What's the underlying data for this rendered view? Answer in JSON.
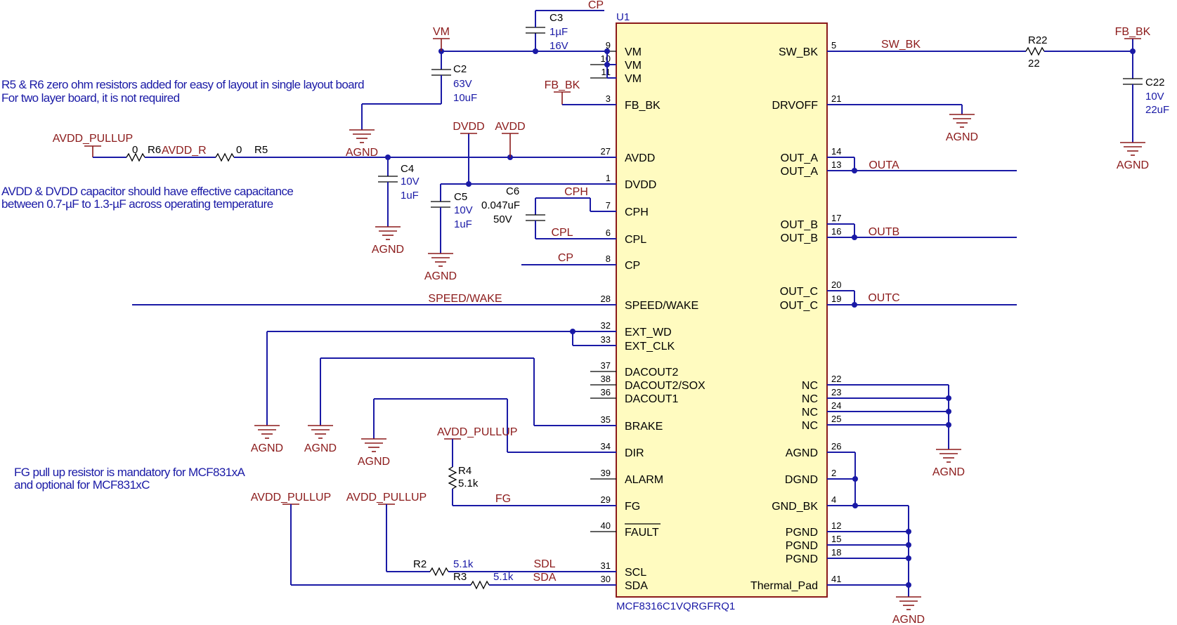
{
  "ic": {
    "refdes": "U1",
    "part": "MCF8316C1VQRGFRQ1",
    "left_pins": [
      {
        "num": "9",
        "name": "VM"
      },
      {
        "num": "10",
        "name": "VM"
      },
      {
        "num": "11",
        "name": "VM"
      },
      {
        "num": "3",
        "name": "FB_BK"
      },
      {
        "num": "27",
        "name": "AVDD"
      },
      {
        "num": "1",
        "name": "DVDD"
      },
      {
        "num": "7",
        "name": "CPH"
      },
      {
        "num": "6",
        "name": "CPL"
      },
      {
        "num": "8",
        "name": "CP"
      },
      {
        "num": "28",
        "name": "SPEED/WAKE"
      },
      {
        "num": "32",
        "name": "EXT_WD"
      },
      {
        "num": "33",
        "name": "EXT_CLK"
      },
      {
        "num": "37",
        "name": "DACOUT2"
      },
      {
        "num": "38",
        "name": "DACOUT2/SOX"
      },
      {
        "num": "36",
        "name": "DACOUT1"
      },
      {
        "num": "35",
        "name": "BRAKE"
      },
      {
        "num": "34",
        "name": "DIR"
      },
      {
        "num": "39",
        "name": "ALARM"
      },
      {
        "num": "29",
        "name": "FG"
      },
      {
        "num": "40",
        "name": "FAULT"
      },
      {
        "num": "31",
        "name": "SCL"
      },
      {
        "num": "30",
        "name": "SDA"
      }
    ],
    "right_pins": [
      {
        "num": "5",
        "name": "SW_BK"
      },
      {
        "num": "21",
        "name": "DRVOFF"
      },
      {
        "num": "14",
        "name": "OUT_A"
      },
      {
        "num": "13",
        "name": "OUT_A"
      },
      {
        "num": "17",
        "name": "OUT_B"
      },
      {
        "num": "16",
        "name": "OUT_B"
      },
      {
        "num": "20",
        "name": "OUT_C"
      },
      {
        "num": "19",
        "name": "OUT_C"
      },
      {
        "num": "22",
        "name": "NC"
      },
      {
        "num": "23",
        "name": "NC"
      },
      {
        "num": "24",
        "name": "NC"
      },
      {
        "num": "25",
        "name": "NC"
      },
      {
        "num": "26",
        "name": "AGND"
      },
      {
        "num": "2",
        "name": "DGND"
      },
      {
        "num": "4",
        "name": "GND_BK"
      },
      {
        "num": "12",
        "name": "PGND"
      },
      {
        "num": "15",
        "name": "PGND"
      },
      {
        "num": "18",
        "name": "PGND"
      },
      {
        "num": "41",
        "name": "Thermal_Pad"
      }
    ]
  },
  "nets": {
    "cp": "CP",
    "vm": "VM",
    "fb_bk": "FB_BK",
    "dvdd": "DVDD",
    "avdd": "AVDD",
    "avdd_pullup": "AVDD_PULLUP",
    "avdd_r": "AVDD_R",
    "cph": "CPH",
    "cpl": "CPL",
    "speed_wake": "SPEED/WAKE",
    "fg": "FG",
    "sdl": "SDL",
    "sda": "SDA",
    "sw_bk": "SW_BK",
    "outa": "OUTA",
    "outb": "OUTB",
    "outc": "OUTC",
    "agnd": "AGND"
  },
  "components": {
    "c3": {
      "ref": "C3",
      "v1": "1µF",
      "v2": "16V"
    },
    "c2": {
      "ref": "C2",
      "v1": "63V",
      "v2": "10uF"
    },
    "c4": {
      "ref": "C4",
      "v1": "10V",
      "v2": "1uF"
    },
    "c5": {
      "ref": "C5",
      "v1": "10V",
      "v2": "1uF"
    },
    "c6": {
      "ref": "C6",
      "v1": "0.047uF",
      "v2": "50V"
    },
    "c22": {
      "ref": "C22",
      "v1": "10V",
      "v2": "22uF"
    },
    "r22": {
      "ref": "R22",
      "val": "22"
    },
    "r6": {
      "ref": "R6",
      "val": "0"
    },
    "r5": {
      "ref": "R5",
      "val": "0"
    },
    "r4": {
      "ref": "R4",
      "val": "5.1k"
    },
    "r2": {
      "ref": "R2",
      "val": "5.1k"
    },
    "r3": {
      "ref": "R3",
      "val": "5.1k"
    }
  },
  "notes": {
    "n1_l1": "R5 & R6 zero ohm resistors added for easy of layout in single layout board",
    "n1_l2": "For two layer board, it is not required",
    "n2_l1": "AVDD & DVDD capacitor should have effective capacitance",
    "n2_l2": "between 0.7-µF to 1.3-µF across operating temperature",
    "n3_l1": "FG pull up resistor is mandatory for MCF831xA",
    "n3_l2": "and optional for MCF831xC"
  },
  "colors": {
    "wire": "#1a1aa6",
    "net": "#8b1a1a",
    "ic_fill": "#fffbc0",
    "ic_border": "#8b1a1a"
  }
}
